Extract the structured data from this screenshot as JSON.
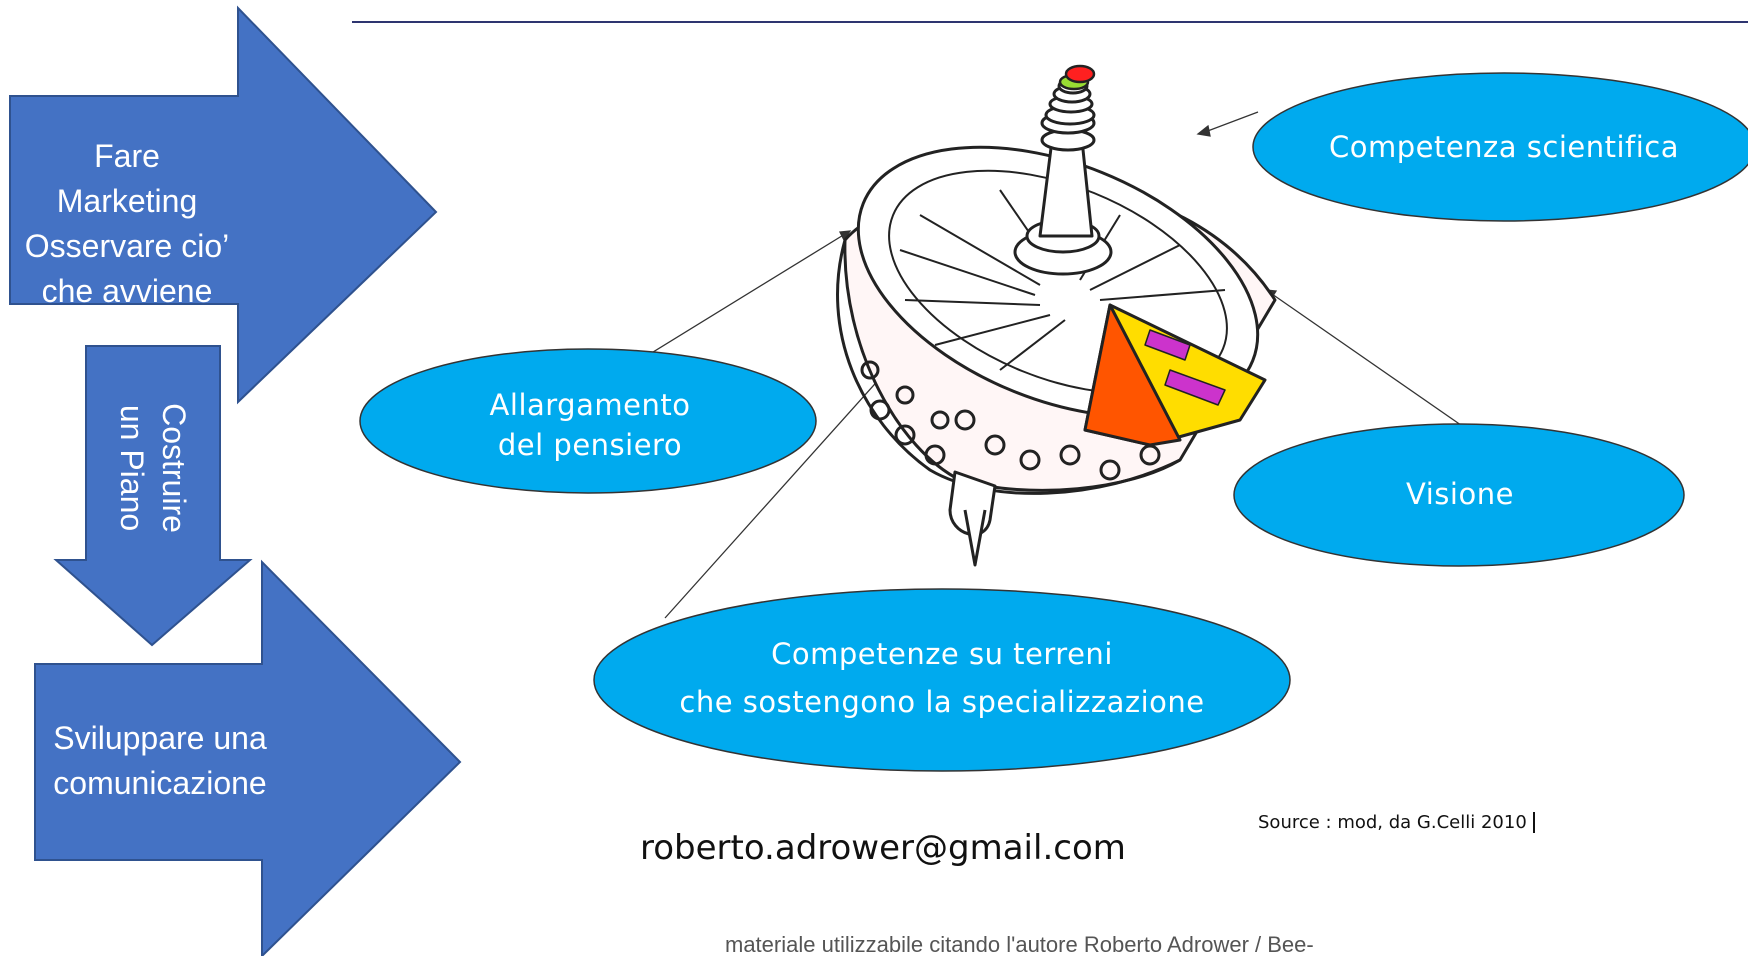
{
  "colors": {
    "arrow_fill": "#4472c4",
    "arrow_stroke": "#2f528f",
    "ellipse_fill": "#00aaee",
    "top_rule": "#2e3570"
  },
  "arrows": {
    "marketing": [
      "Fare Marketing",
      "Osservare cio’",
      "che avviene"
    ],
    "piano": [
      "Costruire",
      "un Piano"
    ],
    "comunicazione": [
      "Sviluppare una",
      "comunicazione"
    ]
  },
  "ellipses": {
    "competenza_scientifica": [
      "Competenza scientifica"
    ],
    "allargamento": [
      "Allargamento",
      "del pensiero"
    ],
    "visione": [
      "Visione"
    ],
    "competenze_terreni": [
      "Competenze su terreni",
      "che sostengono la specializzazione"
    ]
  },
  "illustration": {
    "icon": "spinning-top-icon"
  },
  "email": "roberto.adrower@gmail.com",
  "source": "Source : mod, da G.Celli 2010",
  "footer": "materiale utilizzabile citando l'autore Roberto Adrower / Bee-"
}
